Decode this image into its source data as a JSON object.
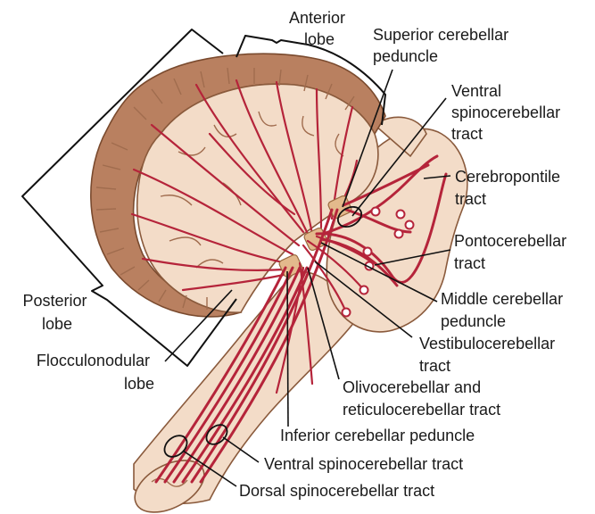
{
  "labels": {
    "anterior_lobe": [
      "Anterior",
      "lobe"
    ],
    "superior_cerebellar_peduncle": [
      "Superior cerebellar",
      "peduncle"
    ],
    "ventral_spinocerebellar_tract_top": [
      "Ventral",
      "spinocerebellar",
      "tract"
    ],
    "cerebropontile_tract": [
      "Cerebropontile",
      "tract"
    ],
    "pontocerebellar_tract": [
      "Pontocerebellar",
      "tract"
    ],
    "middle_cerebellar_peduncle": [
      "Middle cerebellar",
      "peduncle"
    ],
    "vestibulocerebellar_tract": [
      "Vestibulocerebellar",
      "tract"
    ],
    "olivocerebellar_tract": [
      "Olivocerebellar and",
      "reticulocerebellar tract"
    ],
    "inferior_cerebellar_peduncle": "Inferior cerebellar peduncle",
    "ventral_spinocerebellar_tract_bottom": "Ventral spinocerebellar tract",
    "dorsal_spinocerebellar_tract": "Dorsal spinocerebellar tract",
    "posterior_lobe": [
      "Posterior",
      "lobe"
    ],
    "flocculonodular_lobe": [
      "Flocculonodular",
      "lobe"
    ]
  },
  "colors": {
    "tract": "#b5243a",
    "tissue": "#f3dcc8",
    "cortex": "#b98060"
  }
}
